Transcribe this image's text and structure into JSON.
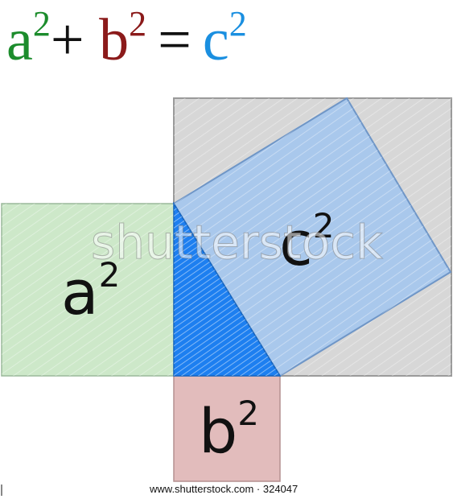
{
  "equation": {
    "a": "a",
    "a_exp": "2",
    "plus": "+",
    "b": "b",
    "b_exp": "2",
    "equals": "=",
    "c": "c",
    "c_exp": "2"
  },
  "labels": {
    "a_square": {
      "base": "a",
      "exp": "2"
    },
    "b_square": {
      "base": "b",
      "exp": "2"
    },
    "c_square": {
      "base": "c",
      "exp": "2"
    }
  },
  "watermark": "shutterstock",
  "credit": "www.shutterstock.com · 324047",
  "colors": {
    "a": "#1c8c2c",
    "b": "#8b1a1a",
    "c": "#1a8fe0",
    "a_square_fill": "#cde8c9",
    "b_square_fill": "#e2bcbc",
    "c_square_fill": "#a9c8ec",
    "outer_square_fill": "#d7d7d7",
    "triangle_fill": "#1d7ff0"
  }
}
